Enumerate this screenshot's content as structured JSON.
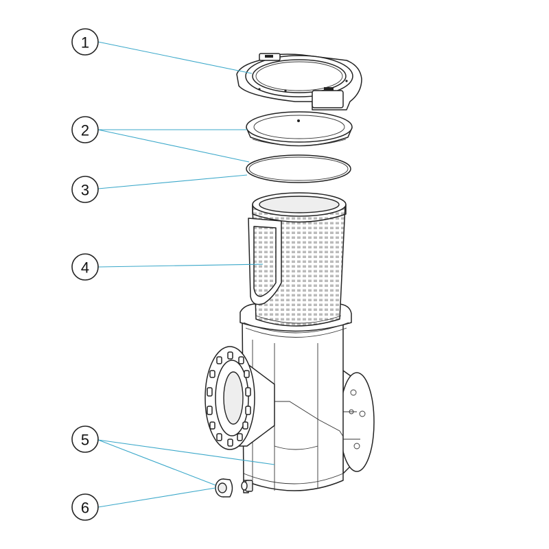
{
  "diagram": {
    "callouts": [
      {
        "id": "1",
        "label": "1"
      },
      {
        "id": "2",
        "label": "2"
      },
      {
        "id": "3",
        "label": "3"
      },
      {
        "id": "4",
        "label": "4"
      },
      {
        "id": "5",
        "label": "5"
      },
      {
        "id": "6",
        "label": "6"
      }
    ],
    "colors": {
      "leader": "#39a7c9",
      "outline": "#222222",
      "background": "#ffffff"
    }
  }
}
